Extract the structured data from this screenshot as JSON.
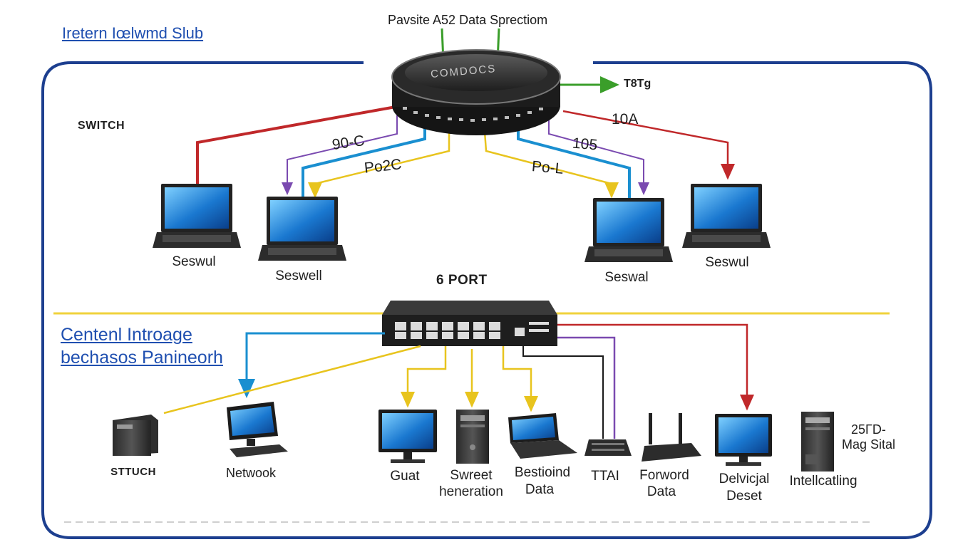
{
  "header": {
    "top_title": "Pavsite A52 Data Sprectiom",
    "corner_link": "Iretern Iœlwmd Slub"
  },
  "top_section": {
    "switch_label": "SWITCH",
    "router_brand": "COMDOCS",
    "arrow_label": "T8Tg",
    "wire_labels": [
      "90-C",
      "Po2C",
      "10A",
      "105",
      "Po-L"
    ],
    "laptops": [
      {
        "label": "Seswul"
      },
      {
        "label": "Seswell"
      },
      {
        "label": "Seswal"
      },
      {
        "label": "Seswul"
      }
    ]
  },
  "bottom_section": {
    "switch_title": "6 PORT",
    "title_line1": "Centenl Introage",
    "title_line2": "bechasos Panineorh",
    "devices": [
      {
        "icon": "tower-server-icon",
        "label_lines": [
          "STTUCH"
        ]
      },
      {
        "icon": "desktop-workstation-icon",
        "label_lines": [
          "Netwook"
        ]
      },
      {
        "icon": "monitor-icon",
        "label_lines": [
          "Guat"
        ]
      },
      {
        "icon": "pc-tower-icon",
        "label_lines": [
          "Swreet",
          "heneration"
        ]
      },
      {
        "icon": "laptop-icon",
        "label_lines": [
          "Bestioind",
          "Data"
        ]
      },
      {
        "icon": "network-device-icon",
        "label_lines": [
          "TTAI"
        ]
      },
      {
        "icon": "router-antenna-icon",
        "label_lines": [
          "Forword",
          "Data"
        ]
      },
      {
        "icon": "monitor-icon",
        "label_lines": [
          "Delvicjal",
          "Deset"
        ]
      },
      {
        "icon": "server-icon",
        "label_lines": [
          "Intellcatling"
        ]
      }
    ],
    "side_note_lines": [
      "25ΓD-",
      "Mag Sital"
    ]
  },
  "colors": {
    "frame_blue": "#1d3f8f",
    "title_blue": "#1f4fb0",
    "wire_red": "#c0282a",
    "wire_blue": "#1a8fd0",
    "wire_yellow": "#e8c41e",
    "wire_purple": "#7a4ab0",
    "wire_green": "#3a9e2a",
    "wire_black": "#1a1a1a",
    "separator_yellow": "#f0d23c"
  }
}
